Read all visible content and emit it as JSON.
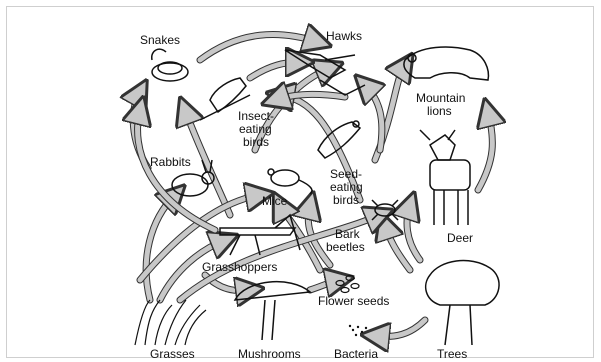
{
  "organisms": {
    "snakes": "Snakes",
    "hawks": "Hawks",
    "mountain_lions_1": "Mountain",
    "mountain_lions_2": "lions",
    "insect_eating_birds_1": "Insect-",
    "insect_eating_birds_2": "eating",
    "insect_eating_birds_3": "birds",
    "rabbits": "Rabbits",
    "seed_eating_birds_1": "Seed-",
    "seed_eating_birds_2": "eating",
    "seed_eating_birds_3": "birds",
    "mice": "Mice",
    "deer": "Deer",
    "bark_beetles_1": "Bark",
    "bark_beetles_2": "beetles",
    "grasshoppers": "Grasshoppers",
    "flower_seeds": "Flower seeds",
    "grasses": "Grasses",
    "mushrooms": "Mushrooms",
    "bacteria": "Bacteria",
    "trees": "Trees"
  },
  "colors": {
    "arrow_fill": "#c8c8c8",
    "arrow_stroke": "#333333",
    "ink": "#111111"
  }
}
